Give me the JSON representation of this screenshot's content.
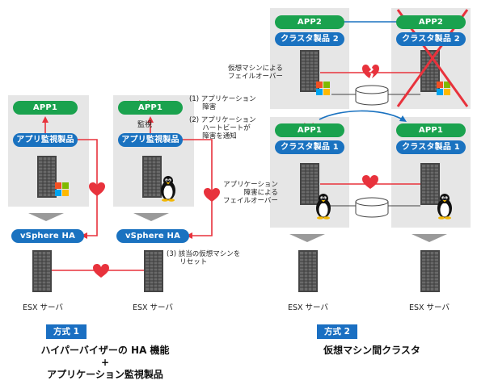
{
  "left": {
    "app1": "APP1",
    "app1_failed": "APP1",
    "monitor_product": "アプリ監視製品",
    "monitor_product_2": "アプリ監視製品",
    "vsphere_ha": "vSphere HA",
    "vsphere_ha_2": "vSphere HA",
    "watch_label": "監視",
    "note1": "(1) アプリケーション\n      障害",
    "note2": "(2) アプリケーション\n      ハートビートが\n      障害を通知",
    "note3": "(3) 該当の仮想マシンを\n      リセット",
    "esx_label_1": "ESX サーバ",
    "esx_label_2": "ESX サーバ",
    "badge": "方式 1",
    "caption_line1": "ハイパーバイザーの HA 機能",
    "caption_plus": "+",
    "caption_line2": "アプリケーション監視製品"
  },
  "right": {
    "app2_active": "APP2",
    "app2_failed": "APP2",
    "cluster2_active": "クラスタ製品 2",
    "cluster2_failed": "クラスタ製品 2",
    "app1_failed": "APP1",
    "app1_active": "APP1",
    "cluster1_a": "クラスタ製品 1",
    "cluster1_b": "クラスタ製品 1",
    "vm_failover_note": "仮想マシンによる\nフェイルオーバー",
    "app_failover_note": "アプリケーション\n障害による\nフェイルオーバー",
    "esx_label_1": "ESX サーバ",
    "esx_label_2": "ESX サーバ",
    "badge": "方式 2",
    "caption": "仮想マシン間クラスタ"
  },
  "colors": {
    "green": "#1aa24e",
    "blue": "#1a72c0",
    "red": "#e8323c",
    "panel": "#e6e6e6"
  },
  "icons": [
    "server-icon",
    "windows-logo-icon",
    "linux-penguin-icon",
    "heart-icon",
    "broken-heart-icon",
    "x-mark-icon",
    "shared-disk-icon",
    "down-arrow-icon"
  ]
}
